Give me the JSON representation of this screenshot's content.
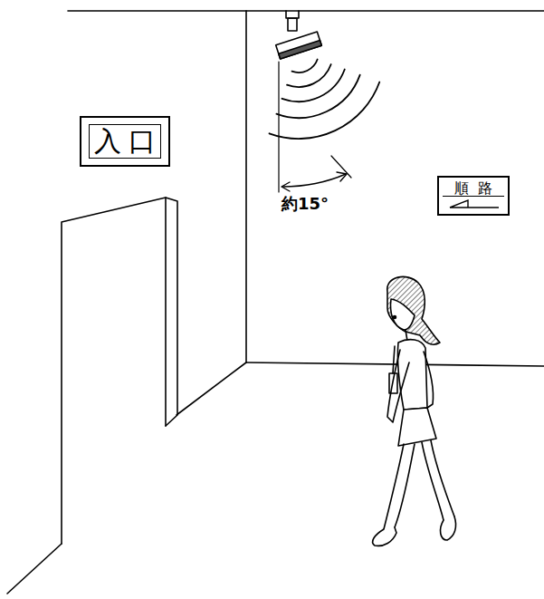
{
  "diagram": {
    "nodes": [
      {
        "text": [
          "入口"
        ]
      },
      {
        "text": [
          "順路"
        ]
      }
    ],
    "labels": [
      "約15°"
    ]
  }
}
